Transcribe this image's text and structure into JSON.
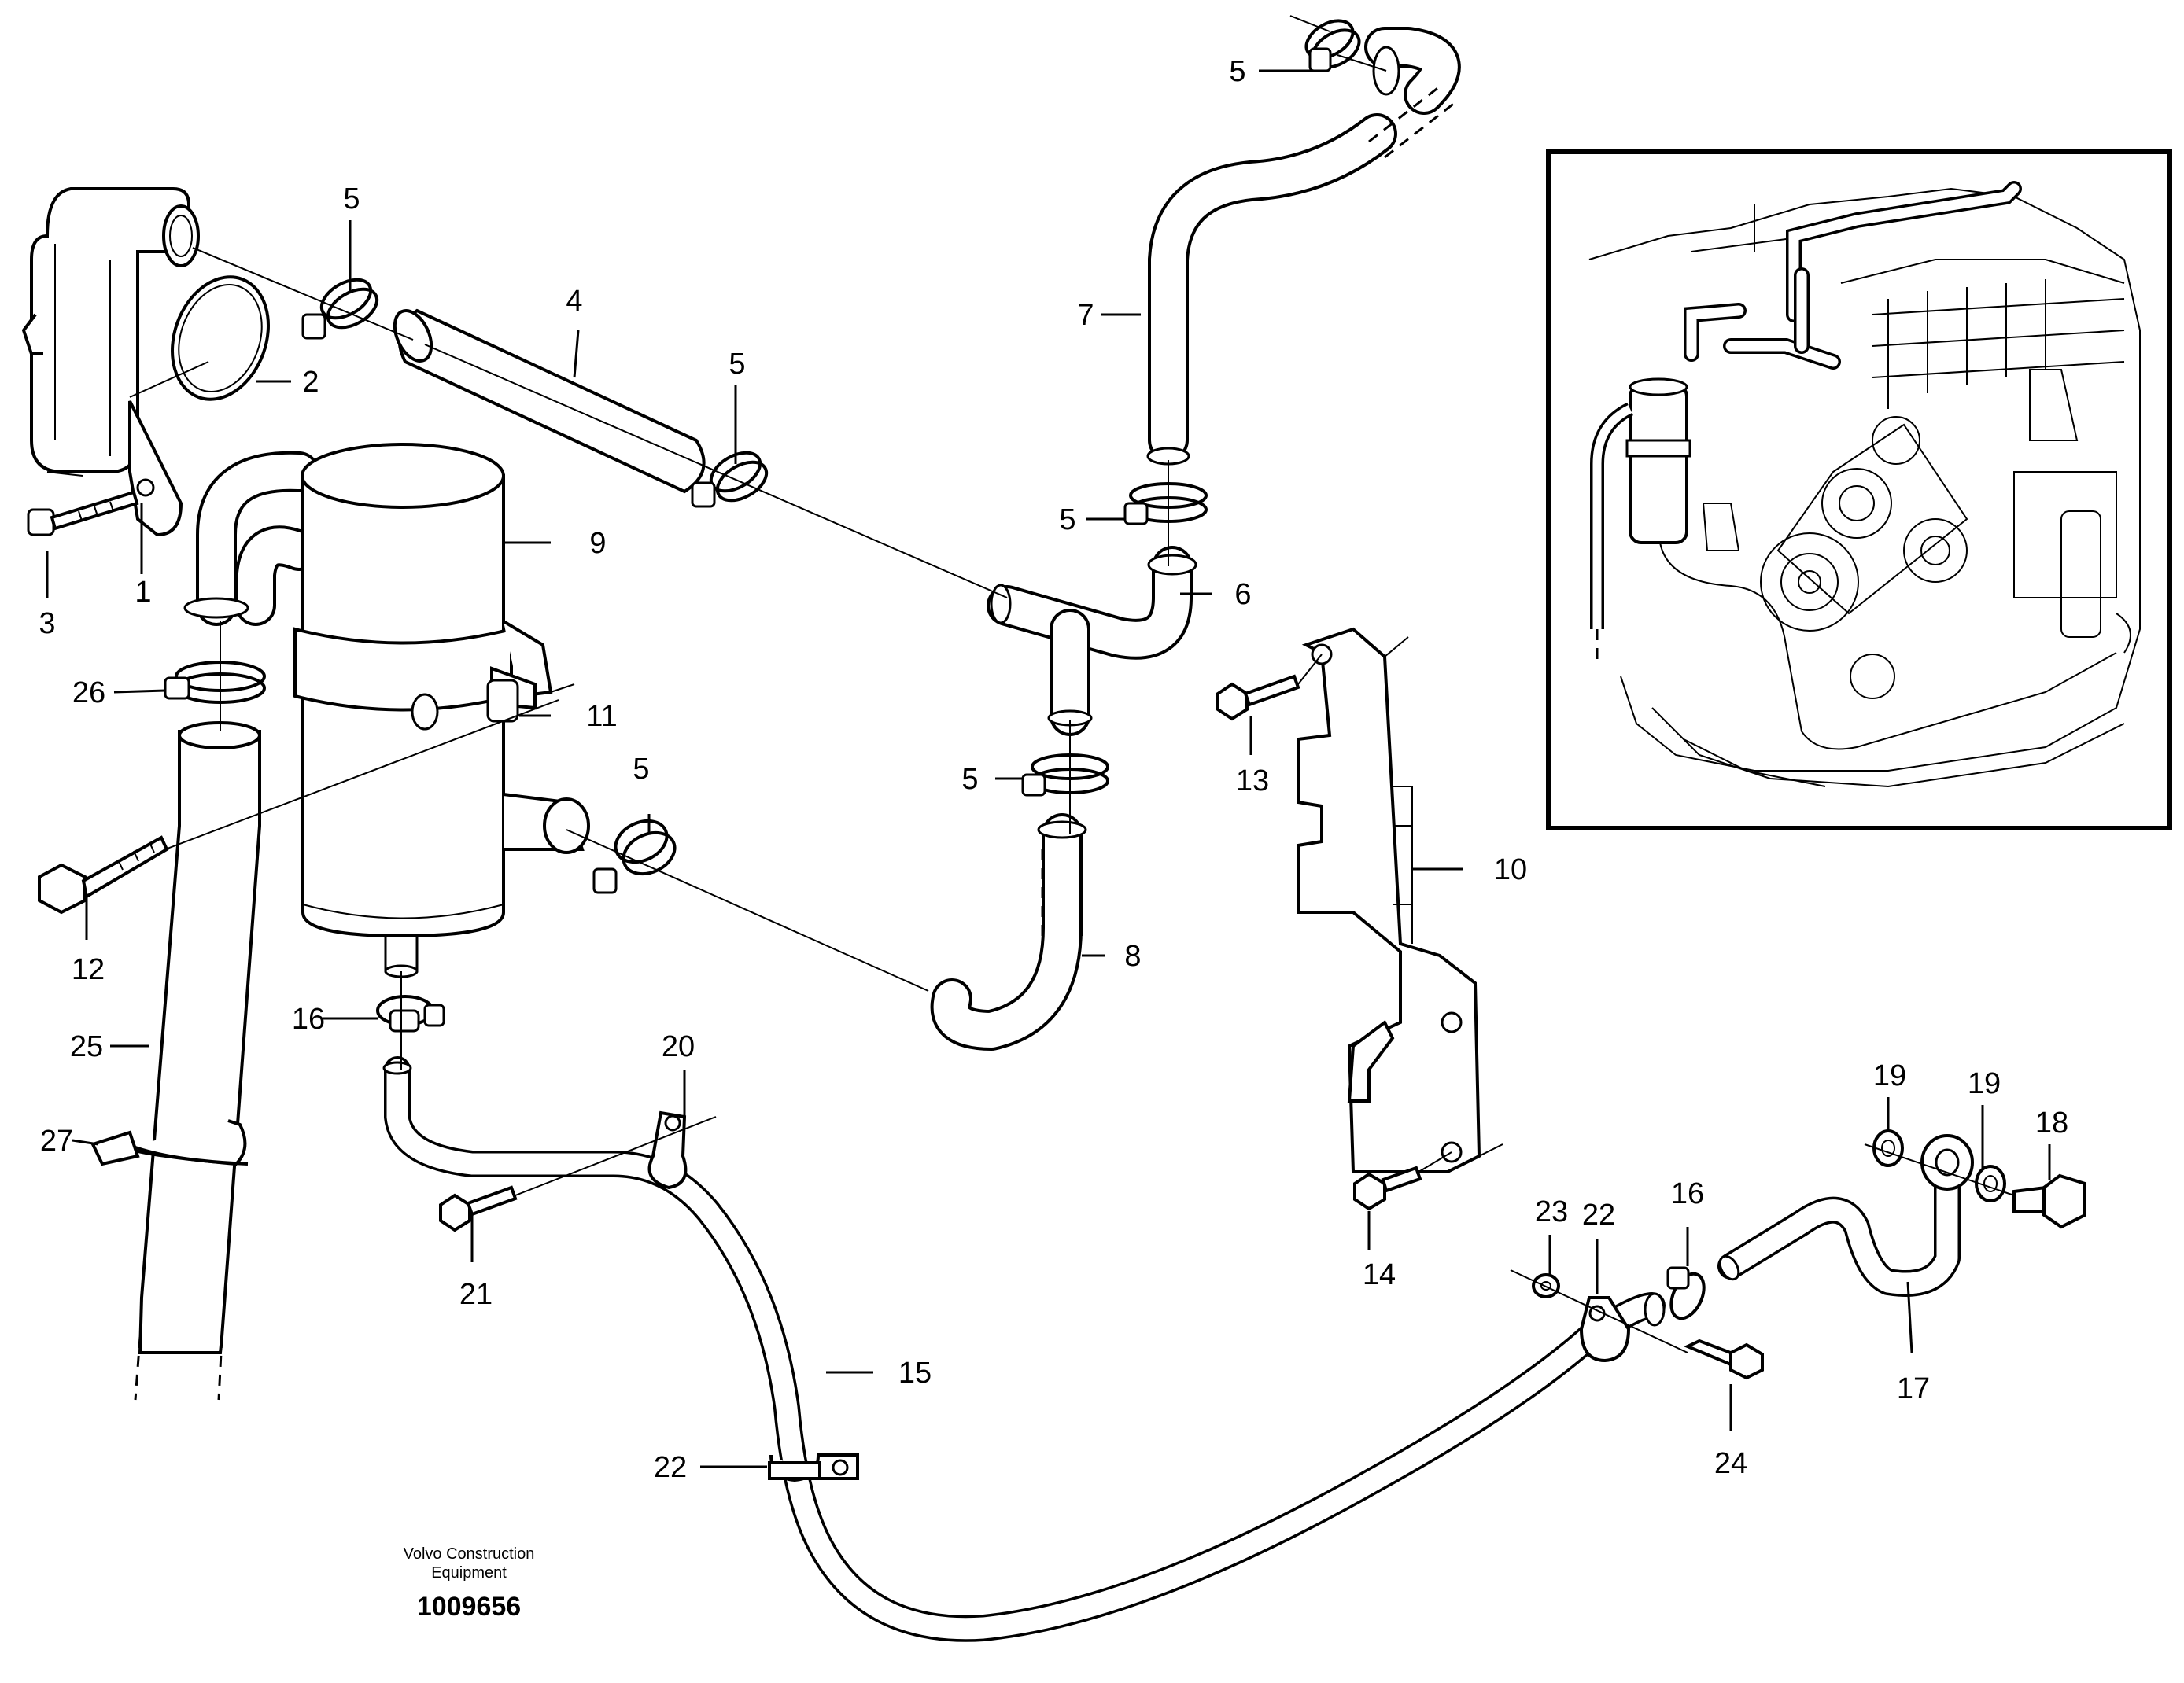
{
  "footer": {
    "brand_line1": "Volvo Construction",
    "brand_line2": "Equipment",
    "doc_number": "1009656"
  },
  "callouts": [
    {
      "id": "c1",
      "text": "1"
    },
    {
      "id": "c2",
      "text": "2"
    },
    {
      "id": "c3",
      "text": "3"
    },
    {
      "id": "c4",
      "text": "4"
    },
    {
      "id": "c5a",
      "text": "5"
    },
    {
      "id": "c5b",
      "text": "5"
    },
    {
      "id": "c5c",
      "text": "5"
    },
    {
      "id": "c5d",
      "text": "5"
    },
    {
      "id": "c5e",
      "text": "5"
    },
    {
      "id": "c5f",
      "text": "5"
    },
    {
      "id": "c6",
      "text": "6"
    },
    {
      "id": "c7",
      "text": "7"
    },
    {
      "id": "c8",
      "text": "8"
    },
    {
      "id": "c9",
      "text": "9"
    },
    {
      "id": "c10",
      "text": "10"
    },
    {
      "id": "c11",
      "text": "11"
    },
    {
      "id": "c12",
      "text": "12"
    },
    {
      "id": "c13",
      "text": "13"
    },
    {
      "id": "c14",
      "text": "14"
    },
    {
      "id": "c15",
      "text": "15"
    },
    {
      "id": "c16a",
      "text": "16"
    },
    {
      "id": "c16b",
      "text": "16"
    },
    {
      "id": "c17",
      "text": "17"
    },
    {
      "id": "c18",
      "text": "18"
    },
    {
      "id": "c19a",
      "text": "19"
    },
    {
      "id": "c19b",
      "text": "19"
    },
    {
      "id": "c20",
      "text": "20"
    },
    {
      "id": "c21",
      "text": "21"
    },
    {
      "id": "c22a",
      "text": "22"
    },
    {
      "id": "c22b",
      "text": "22"
    },
    {
      "id": "c23",
      "text": "23"
    },
    {
      "id": "c24",
      "text": "24"
    },
    {
      "id": "c25",
      "text": "25"
    },
    {
      "id": "c26",
      "text": "26"
    },
    {
      "id": "c27",
      "text": "27"
    }
  ]
}
